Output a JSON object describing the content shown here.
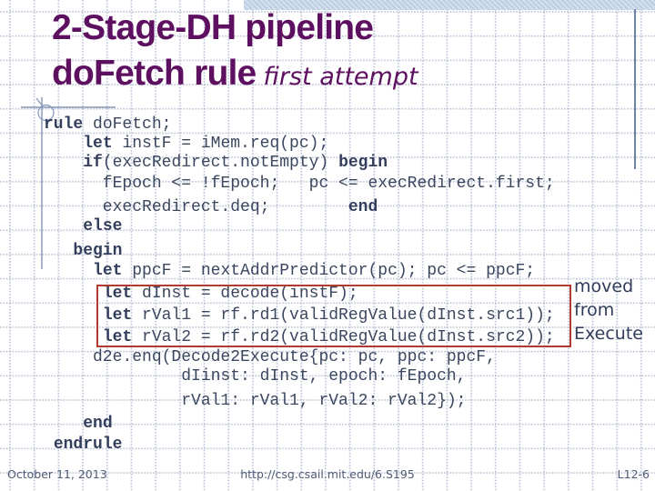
{
  "title": {
    "line1": "2-Stage-DH pipeline",
    "line2": "doFetch rule",
    "subtitle": "first attempt"
  },
  "annotation": {
    "lines": [
      "moved",
      "from",
      "Execute"
    ]
  },
  "footer": {
    "date": "October 11, 2013",
    "url": "http://csg.csail.mit.edu/6.S195",
    "slide_number": "L12-6"
  },
  "colors": {
    "title_purple": "#5e1060",
    "code_navy": "#3b475f",
    "highlight_red": "#b23a30",
    "annotation_navy": "#2f3c5a",
    "accent_blue": "#6f83a6",
    "grid_dot": "#94a0c0",
    "top_bar_blue": "#bccee3"
  },
  "code": {
    "lines": [
      {
        "gap": 0,
        "segments": [
          {
            "t": "rule",
            "b": true
          },
          {
            "t": " doFetch;",
            "b": false
          }
        ]
      },
      {
        "gap": 0,
        "segments": [
          {
            "t": "    ",
            "b": false
          },
          {
            "t": "let",
            "b": true
          },
          {
            "t": " instF = iMem.req(pc);",
            "b": false
          }
        ]
      },
      {
        "gap": 0,
        "segments": [
          {
            "t": "    ",
            "b": false
          },
          {
            "t": "if",
            "b": true
          },
          {
            "t": "(execRedirect.notEmpty) ",
            "b": false
          },
          {
            "t": "begin",
            "b": true
          }
        ]
      },
      {
        "gap": 2,
        "segments": [
          {
            "t": "      fEpoch <= !fEpoch;   pc <= execRedirect.first;",
            "b": false
          }
        ]
      },
      {
        "gap": 5,
        "segments": [
          {
            "t": "      execRedirect.deq;        ",
            "b": false
          },
          {
            "t": "end",
            "b": true
          }
        ]
      },
      {
        "gap": 0,
        "segments": [
          {
            "t": "    ",
            "b": false
          },
          {
            "t": "else",
            "b": true
          }
        ]
      },
      {
        "gap": 6,
        "segments": [
          {
            "t": "   ",
            "b": false
          },
          {
            "t": "begin",
            "b": true
          }
        ]
      },
      {
        "gap": 1,
        "segments": [
          {
            "t": "     ",
            "b": false
          },
          {
            "t": "let",
            "b": true
          },
          {
            "t": " ppcF = nextAddrPredictor(pc); pc <= ppcF;",
            "b": false
          }
        ]
      },
      {
        "gap": 4,
        "segments": [
          {
            "t": "      ",
            "b": false
          },
          {
            "t": "let",
            "b": true
          },
          {
            "t": " dInst = decode(instF);",
            "b": false
          }
        ]
      },
      {
        "gap": 3,
        "segments": [
          {
            "t": "      ",
            "b": false
          },
          {
            "t": "let",
            "b": true
          },
          {
            "t": " rVal1 = rf.rd1(validRegValue(dInst.src1));",
            "b": false
          }
        ]
      },
      {
        "gap": 3,
        "segments": [
          {
            "t": "      ",
            "b": false
          },
          {
            "t": "let",
            "b": true
          },
          {
            "t": " rVal2 = rf.rd2(validRegValue(dInst.src2));",
            "b": false
          }
        ]
      },
      {
        "gap": 1,
        "segments": [
          {
            "t": "     d2e.enq(Decode2Execute{pc: pc, ppc: ppcF,",
            "b": false
          }
        ]
      },
      {
        "gap": 0,
        "segments": [
          {
            "t": "              dIinst: dInst, epoch: fEpoch,",
            "b": false
          }
        ]
      },
      {
        "gap": 6,
        "segments": [
          {
            "t": "              rVal1: rVal1, rVal2: rVal2});",
            "b": false
          }
        ]
      },
      {
        "gap": 4,
        "segments": [
          {
            "t": "    ",
            "b": false
          },
          {
            "t": "end",
            "b": true
          }
        ]
      },
      {
        "gap": 2,
        "segments": [
          {
            "t": " ",
            "b": false
          },
          {
            "t": "endrule",
            "b": true
          }
        ]
      }
    ]
  }
}
